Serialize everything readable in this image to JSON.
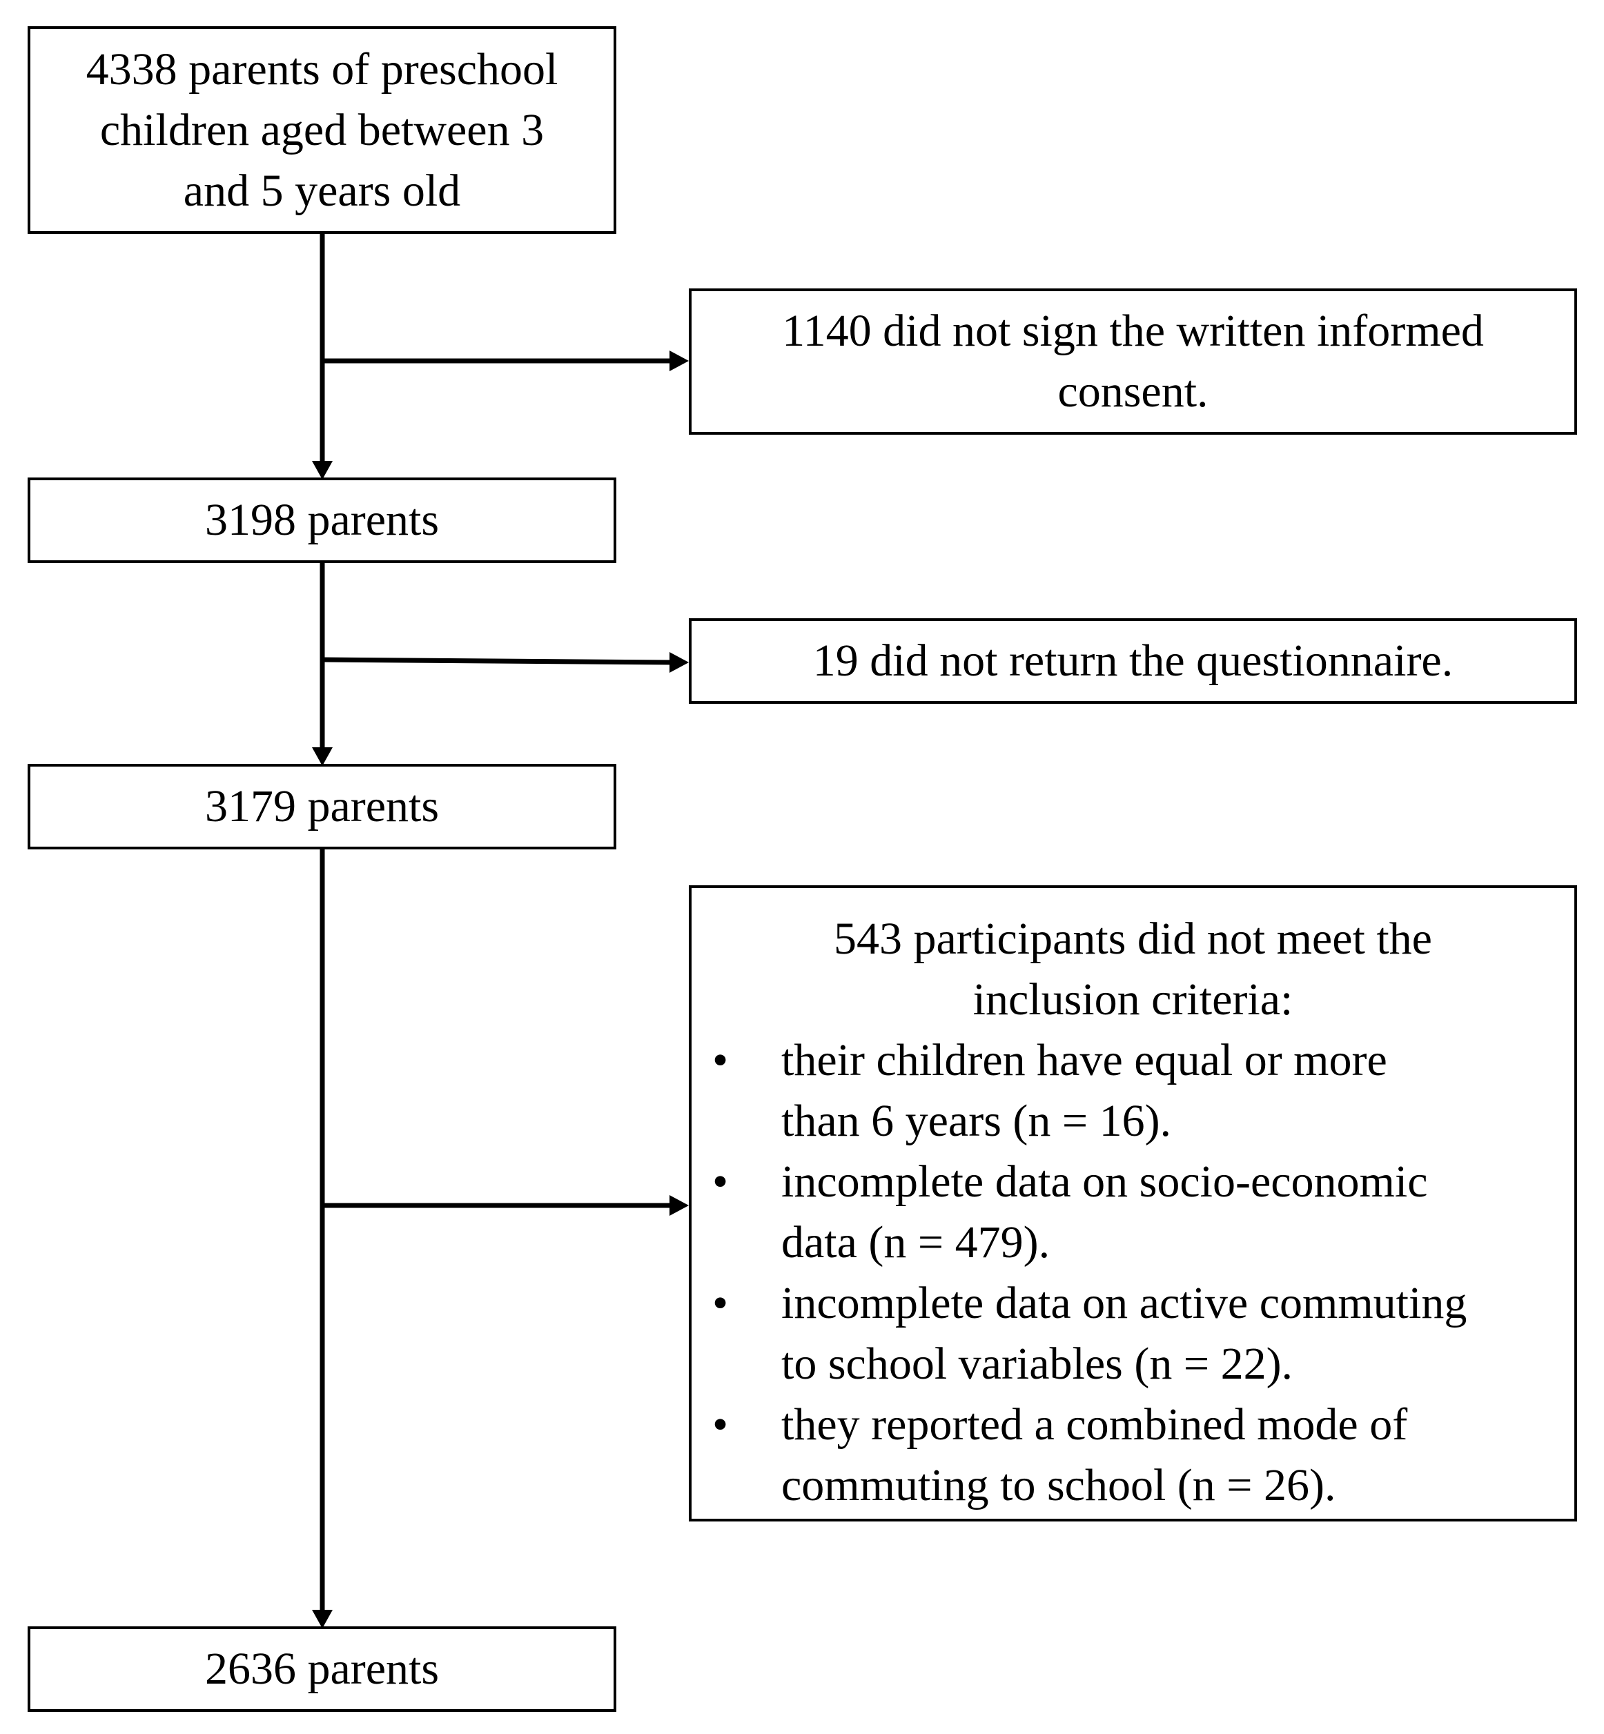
{
  "flow": {
    "start": [
      "4338 parents of preschool",
      "children aged between 3",
      "and 5 years old"
    ],
    "step1": "3198 parents",
    "step2": "3179 parents",
    "final": "2636 parents"
  },
  "exclusions": {
    "consent": [
      "1140 did not sign the written informed",
      "consent."
    ],
    "questionnaire": "19 did not return the questionnaire.",
    "criteria": {
      "heading": [
        "543 participants did not meet the",
        "inclusion criteria:"
      ],
      "bullet_symbol": "•",
      "items": [
        [
          "their children have equal or more",
          "than 6 years (n = 16)."
        ],
        [
          "incomplete data on socio-economic",
          "data (n = 479)."
        ],
        [
          "incomplete data on active commuting",
          "to school variables (n = 22)."
        ],
        [
          "they reported a combined mode of",
          "commuting to school (n = 26)."
        ]
      ]
    }
  }
}
